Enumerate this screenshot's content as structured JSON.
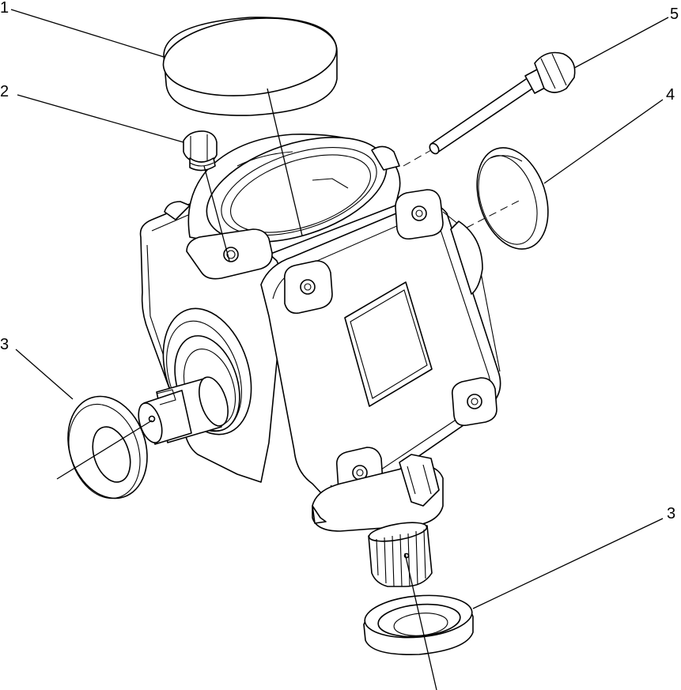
{
  "callouts": [
    {
      "id": "c1",
      "label": "1"
    },
    {
      "id": "c2",
      "label": "2"
    },
    {
      "id": "c3a",
      "label": "3"
    },
    {
      "id": "c3b",
      "label": "3"
    },
    {
      "id": "c4",
      "label": "4"
    },
    {
      "id": "c5",
      "label": "5"
    }
  ],
  "colors": {
    "line": "#000000",
    "background": "#ffffff"
  }
}
